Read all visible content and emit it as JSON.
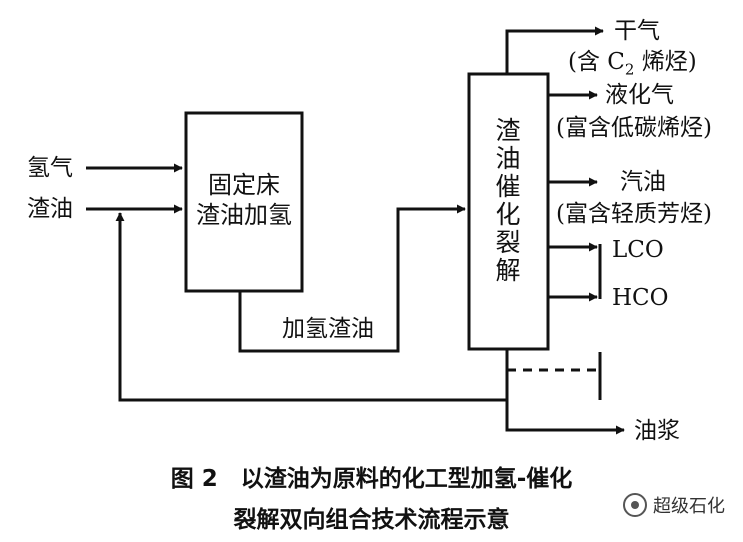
{
  "inputs": {
    "hydrogen": "氢气",
    "residue": "渣油"
  },
  "boxes": {
    "fixed_bed": {
      "line1": "固定床",
      "line2": "渣油加氢"
    },
    "fcc": {
      "chars": [
        "渣",
        "油",
        "催",
        "化",
        "裂",
        "解"
      ]
    }
  },
  "streams": {
    "hydro_residue": "加氢渣油",
    "dry_gas": {
      "name": "干气",
      "note_prefix": "(含 C",
      "note_sub": "2",
      "note_suffix": " 烯烃)"
    },
    "lpg": {
      "name": "液化气",
      "note": "(富含低碳烯烃)"
    },
    "gasoline": {
      "name": "汽油",
      "note": "(富含轻质芳烃)"
    },
    "lco": "LCO",
    "hco": "HCO",
    "slurry": "油浆"
  },
  "caption": {
    "line1": "图 2　以渣油为原料的化工型加氢-催化",
    "line2": "裂解双向组合技术流程示意"
  },
  "watermark": "超级石化"
}
